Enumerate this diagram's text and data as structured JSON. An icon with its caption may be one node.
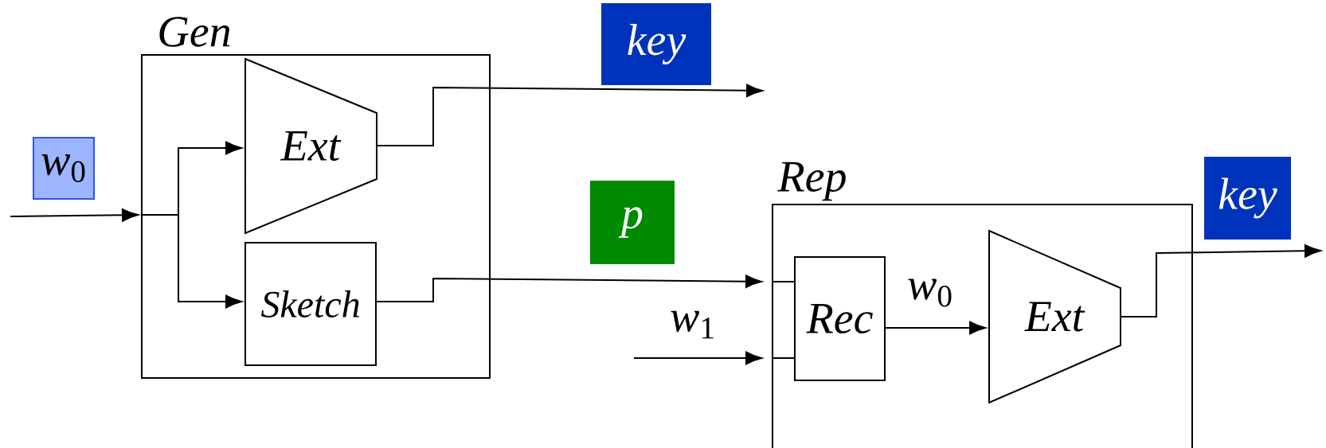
{
  "diagram": {
    "nodes": [
      {
        "text": [
          "*Gen*"
        ]
      },
      {
        "text": [
          "*Ext*"
        ],
        "in": 0
      },
      {
        "text": [
          "*Sketch*"
        ],
        "in": 0
      },
      {
        "text": [
          "*w*$_{0}$"
        ]
      },
      {
        "text": [
          "*key*"
        ]
      },
      {
        "text": [
          "*p*"
        ]
      },
      {
        "text": [
          "*Rep*"
        ]
      },
      {
        "text": [
          "*Rec*"
        ],
        "in": 6
      },
      {
        "text": [
          "*Ext*"
        ],
        "in": 6
      },
      {
        "text": [
          "*key*"
        ]
      }
    ],
    "edges": [
      {
        "from": null,
        "to": 0,
        "arrow": "to"
      },
      {
        "from": 0,
        "to": 1,
        "arrow": "to"
      },
      {
        "from": 0,
        "to": 2,
        "arrow": "to"
      },
      {
        "from": 1,
        "to": null,
        "arrow": "to"
      },
      {
        "from": 2,
        "to": 6,
        "arrow": "to"
      },
      {
        "from": 6,
        "to": 7,
        "arrow": "none"
      },
      {
        "from": null,
        "to": 6,
        "arrow": "to",
        "label": "*w*$_{1}$"
      },
      {
        "from": 6,
        "to": 7,
        "arrow": "none"
      },
      {
        "from": 7,
        "to": 8,
        "arrow": "to",
        "label": "*w*$_{0}$"
      },
      {
        "from": 8,
        "to": null,
        "arrow": "to"
      }
    ]
  }
}
